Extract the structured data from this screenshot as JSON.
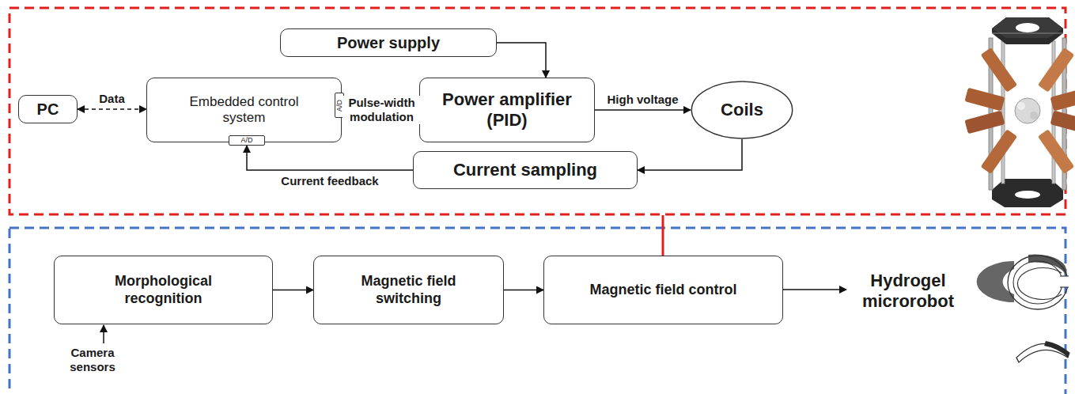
{
  "diagram": {
    "nodes": [
      {
        "text": [
          "Power supply"
        ]
      },
      {
        "text": [
          "PC"
        ]
      },
      {
        "text": [
          "Embedded control system"
        ]
      },
      {
        "text": [
          "A/D"
        ],
        "in": 2
      },
      {
        "text": [
          "A/D"
        ],
        "in": 2
      },
      {
        "text": [
          "Power amplifier (PID)"
        ]
      },
      {
        "text": [
          "Coils"
        ]
      },
      {
        "text": [
          "Current sampling"
        ]
      },
      {
        "text": [
          "Morphological recognition"
        ]
      },
      {
        "text": [
          "Magnetic field switching"
        ]
      },
      {
        "text": [
          "Magnetic field control"
        ]
      }
    ],
    "edges": [
      {
        "from": 1,
        "to": 2,
        "arrow": "both",
        "label": "Data"
      },
      {
        "from": 2,
        "to": 5,
        "arrow": "to",
        "label": "Pulse-width modulation"
      },
      {
        "from": 0,
        "to": 5,
        "arrow": "to"
      },
      {
        "from": 5,
        "to": 6,
        "arrow": "to",
        "label": "High voltage"
      },
      {
        "from": 6,
        "to": 7,
        "arrow": "to"
      },
      {
        "from": 7,
        "to": 4,
        "arrow": "to",
        "label": "Current feedback"
      },
      {
        "from": 8,
        "to": 9,
        "arrow": "to"
      },
      {
        "from": 9,
        "to": 10,
        "arrow": "to"
      }
    ],
    "labels": [
      "Camera sensors",
      "Hydrogel microrobot"
    ]
  }
}
